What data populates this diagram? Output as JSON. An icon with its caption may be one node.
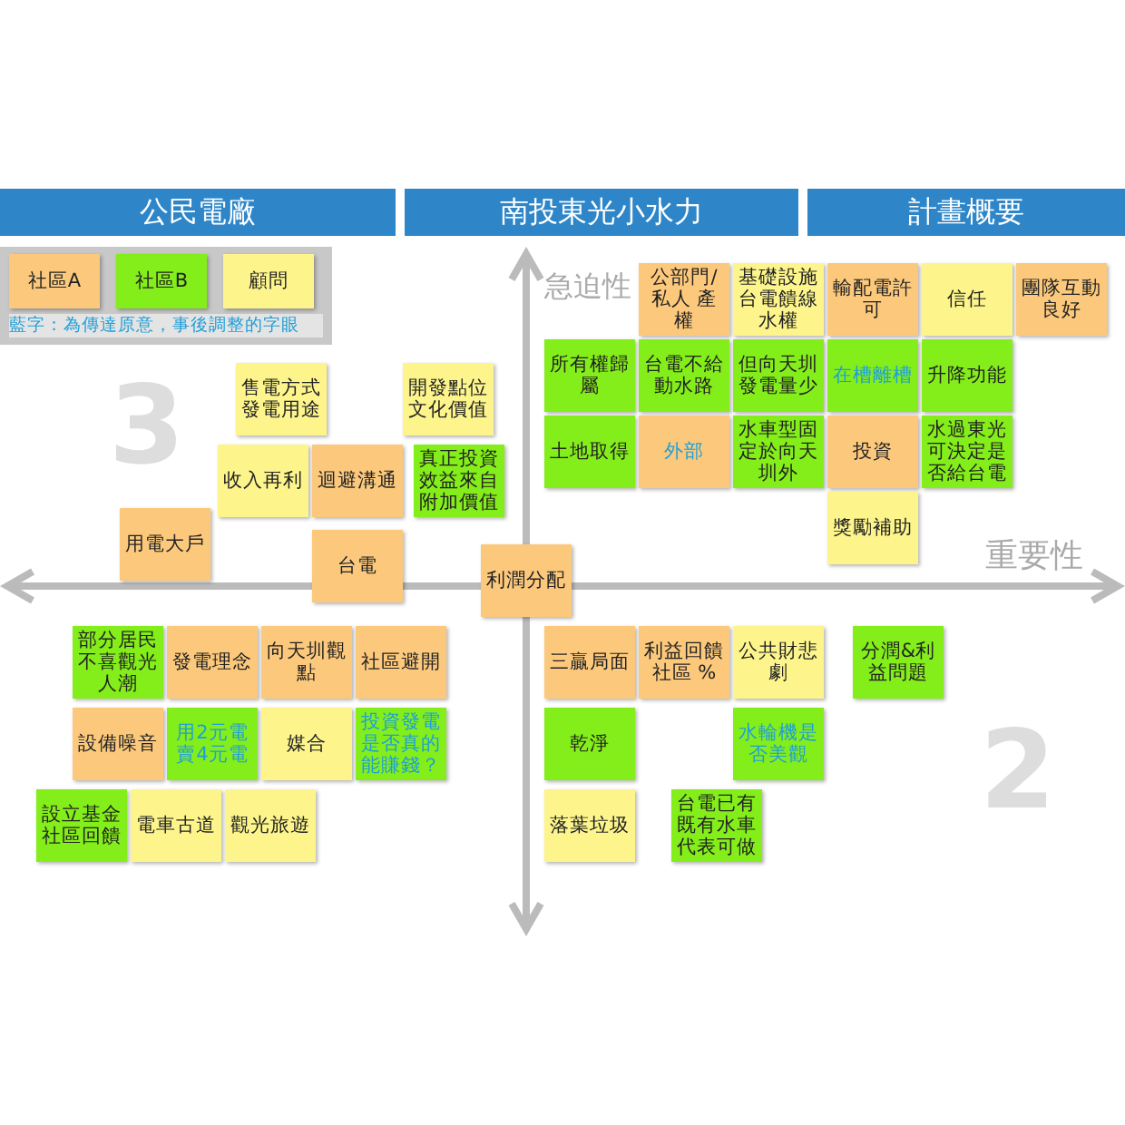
{
  "diagram": {
    "nodes": [
      {
        "text": [
          "公民電廠"
        ]
      },
      {
        "text": [
          "南投東光小水力"
        ]
      },
      {
        "text": [
          "計畫概要"
        ]
      },
      {
        "text": [
          "售電方式發電用途"
        ]
      },
      {
        "text": [
          "開發點位文化價值"
        ]
      },
      {
        "text": [
          "收入再利"
        ]
      },
      {
        "text": [
          "迴避溝通"
        ]
      },
      {
        "text": [
          "真正投資效益來自附加價值"
        ]
      },
      {
        "text": [
          "用電大戶"
        ]
      },
      {
        "text": [
          "台電"
        ]
      },
      {
        "text": [
          "利潤分配"
        ]
      },
      {
        "text": [
          "公部門/私人 產權"
        ]
      },
      {
        "text": [
          "基礎設施台電饋線水權"
        ]
      },
      {
        "text": [
          "輸配電許可"
        ]
      },
      {
        "text": [
          "信任"
        ]
      },
      {
        "text": [
          "團隊互動良好"
        ]
      },
      {
        "text": [
          "所有權歸屬"
        ]
      },
      {
        "text": [
          "台電不給動水路"
        ]
      },
      {
        "text": [
          "但向天圳發電量少"
        ]
      },
      {
        "text": [
          "在槽離槽"
        ]
      },
      {
        "text": [
          "升降功能"
        ]
      },
      {
        "text": [
          "土地取得"
        ]
      },
      {
        "text": [
          "外部"
        ]
      },
      {
        "text": [
          "水車型固定於向天圳外"
        ]
      },
      {
        "text": [
          "投資"
        ]
      },
      {
        "text": [
          "水過東光可決定是否給台電"
        ]
      },
      {
        "text": [
          "獎勵補助"
        ]
      },
      {
        "text": [
          "部分居民不喜觀光人潮"
        ]
      },
      {
        "text": [
          "發電理念"
        ]
      },
      {
        "text": [
          "向天圳觀點"
        ]
      },
      {
        "text": [
          "社區避開"
        ]
      },
      {
        "text": [
          "設備噪音"
        ]
      },
      {
        "text": [
          "用2元電賣4元電"
        ]
      },
      {
        "text": [
          "媒合"
        ]
      },
      {
        "text": [
          "投資發電是否真的能賺錢？"
        ]
      },
      {
        "text": [
          "設立基金社區回饋"
        ]
      },
      {
        "text": [
          "電車古道"
        ]
      },
      {
        "text": [
          "觀光旅遊"
        ]
      },
      {
        "text": [
          "三贏局面"
        ]
      },
      {
        "text": [
          "利益回饋社區 %"
        ]
      },
      {
        "text": [
          "公共財悲劇"
        ]
      },
      {
        "text": [
          "分潤&利益問題"
        ]
      },
      {
        "text": [
          "乾淨"
        ]
      },
      {
        "text": [
          "水輪機是否美觀"
        ]
      },
      {
        "text": [
          "落葉垃圾"
        ]
      },
      {
        "text": [
          "台電已有既有水車代表可做"
        ]
      }
    ],
    "labels": [
      "藍字：為傳達原意，事後調整的字眼",
      "3",
      "急迫性",
      "重要性",
      "2"
    ],
    "legend": [
      {
        "text": "社區A",
        "color": "#fcc97c"
      },
      {
        "text": "社區B",
        "color": "#84ee1a"
      },
      {
        "text": "顧問",
        "color": "#fdf58c"
      }
    ]
  }
}
